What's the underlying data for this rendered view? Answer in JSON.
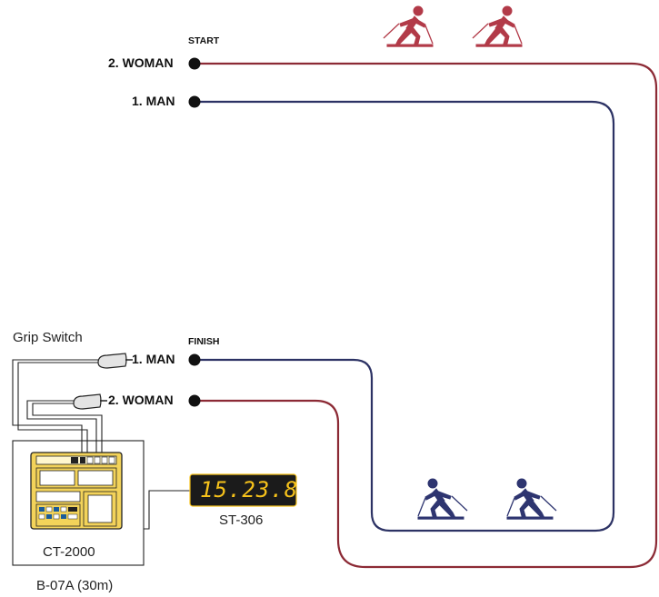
{
  "labels": {
    "start": "START",
    "finish": "FINISH",
    "woman_start": "2. WOMAN",
    "man_start": "1. MAN",
    "man_finish": "1. MAN",
    "woman_finish": "2. WOMAN",
    "grip_switch": "Grip Switch",
    "controller": "CT-2000",
    "display_model": "ST-306",
    "display_value": "15.23.8",
    "cable": "B-07A (30m)"
  },
  "colors": {
    "woman_line": "#8c2a35",
    "man_line": "#2c3264",
    "woman_skier": "#b23a48",
    "man_skier": "#2e3570",
    "display_bg": "#1b1b1b",
    "display_digits": "#f6c21b",
    "device_yellow": "#f3d35a"
  },
  "icons": [
    "skier-icon",
    "grip-switch-icon",
    "timer-device-icon",
    "led-display-icon"
  ]
}
